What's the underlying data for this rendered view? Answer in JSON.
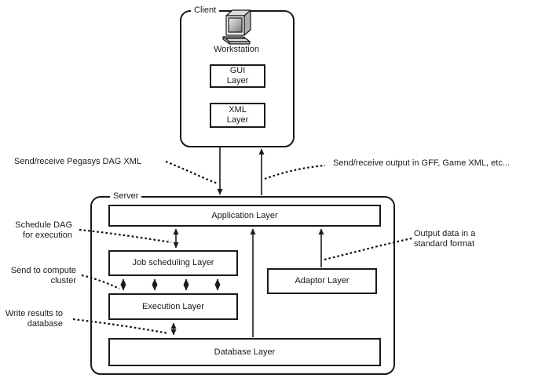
{
  "client": {
    "label": "Client",
    "workstation_label": "Workstation",
    "gui_layer": {
      "line1": "GUI",
      "line2": "Layer"
    },
    "xml_layer": {
      "line1": "XML",
      "line2": "Layer"
    }
  },
  "server": {
    "label": "Server",
    "layers": {
      "application": "Application Layer",
      "job_scheduling": "Job scheduling Layer",
      "adaptor": "Adaptor Layer",
      "execution": "Execution Layer",
      "database": "Database Layer"
    }
  },
  "annotations": {
    "send_dag": "Send/receive Pegasys DAG XML",
    "receive_output": "Send/receive output in GFF, Game XML, etc...",
    "schedule_dag": {
      "line1": "Schedule DAG",
      "line2": "for execution"
    },
    "send_compute": {
      "line1": "Send to compute",
      "line2": "cluster"
    },
    "write_results": {
      "line1": "Write results to",
      "line2": "database"
    },
    "output_data": {
      "line1": "Output data in a",
      "line2": "standard format"
    }
  },
  "icons": {
    "workstation": "workstation-computer-icon"
  },
  "colors": {
    "line": "#1a1a1a",
    "background": "#ffffff",
    "box_fill": "#ffffff"
  }
}
